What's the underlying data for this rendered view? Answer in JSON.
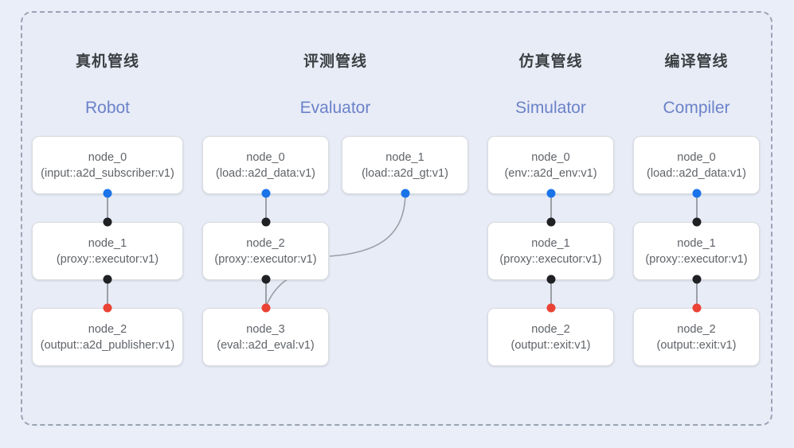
{
  "diagram": {
    "frame_label": "pipeline-group",
    "background_color": "#eaeef8",
    "frame_border_color": "#9aa3b5",
    "colors": {
      "blue_port": "#1a73e8",
      "black_port": "#202124",
      "red_port": "#ea4335",
      "edge": "#9aa0a6",
      "title_cn": "#3c4043",
      "title_en": "#6b82c9",
      "node_text": "#5f6368"
    }
  },
  "columns": [
    {
      "id": "robot",
      "title_cn": "真机管线",
      "title_en": "Robot",
      "nodes": [
        {
          "name": "node_0",
          "spec": "(input::a2d_subscriber:v1)"
        },
        {
          "name": "node_1",
          "spec": "(proxy::executor:v1)"
        },
        {
          "name": "node_2",
          "spec": "(output::a2d_publisher:v1)"
        }
      ]
    },
    {
      "id": "evaluator",
      "title_cn": "评测管线",
      "title_en": "Evaluator",
      "nodes": [
        {
          "name": "node_0",
          "spec": "(load::a2d_data:v1)"
        },
        {
          "name": "node_1",
          "spec": "(load::a2d_gt:v1)"
        },
        {
          "name": "node_2",
          "spec": "(proxy::executor:v1)"
        },
        {
          "name": "node_3",
          "spec": "(eval::a2d_eval:v1)"
        }
      ]
    },
    {
      "id": "simulator",
      "title_cn": "仿真管线",
      "title_en": "Simulator",
      "nodes": [
        {
          "name": "node_0",
          "spec": "(env::a2d_env:v1)"
        },
        {
          "name": "node_1",
          "spec": "(proxy::executor:v1)"
        },
        {
          "name": "node_2",
          "spec": "(output::exit:v1)"
        }
      ]
    },
    {
      "id": "compiler",
      "title_cn": "编译管线",
      "title_en": "Compiler",
      "nodes": [
        {
          "name": "node_0",
          "spec": "(load::a2d_data:v1)"
        },
        {
          "name": "node_1",
          "spec": "(proxy::executor:v1)"
        },
        {
          "name": "node_2",
          "spec": "(output::exit:v1)"
        }
      ]
    }
  ]
}
